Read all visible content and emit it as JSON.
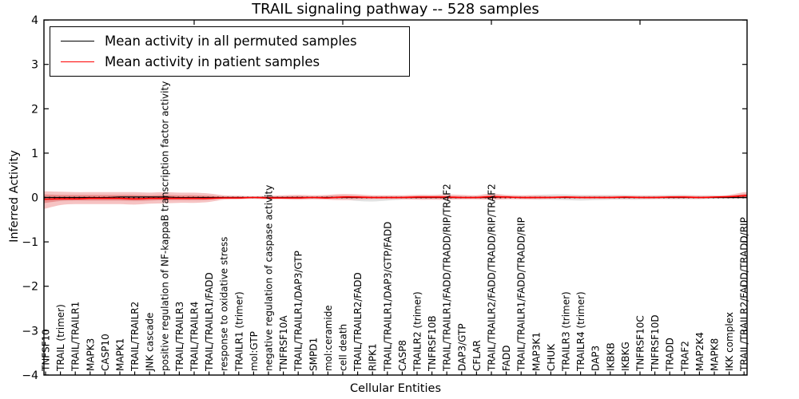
{
  "title": "TRAIL signaling pathway -- 528 samples",
  "legend": {
    "items": [
      {
        "label": "Mean activity in all permuted samples",
        "color": "#000000"
      },
      {
        "label": "Mean activity in patient samples",
        "color": "#ff0000"
      }
    ]
  },
  "axes": {
    "x_label": "Cellular Entities",
    "y_label": "Inferred Activity",
    "y_tick_labels": [
      "4",
      "3",
      "2",
      "1",
      "0",
      "−1",
      "−2",
      "−3",
      "−4"
    ],
    "y_tick_values": [
      4,
      3,
      2,
      1,
      0,
      -1,
      -2,
      -3,
      -4
    ],
    "x_major_tick_indices": [
      10,
      20,
      30,
      40
    ]
  },
  "chart_data": {
    "type": "line",
    "title": "TRAIL signaling pathway -- 528 samples",
    "xlabel": "Cellular Entities",
    "ylabel": "Inferred Activity",
    "ylim": [
      -4,
      4
    ],
    "grid": false,
    "legend_position": "upper left",
    "categories": [
      "TNFSF10",
      "TRAIL (trimer)",
      "TRAIL/TRAILR1",
      "MAPK3",
      "CASP10",
      "MAPK1",
      "TRAIL/TRAILR2",
      "JNK cascade",
      "positive regulation of NF-kappaB transcription factor activity",
      "TRAIL/TRAILR3",
      "TRAIL/TRAILR4",
      "TRAIL/TRAILR1/FADD",
      "response to oxidative stress",
      "TRAILR1 (trimer)",
      "mol:GTP",
      "negative regulation of caspase activity",
      "TNFRSF10A",
      "TRAIL/TRAILR1/DAP3/GTP",
      "SMPD1",
      "mol:ceramide",
      "cell death",
      "TRAIL/TRAILR2/FADD",
      "RIPK1",
      "TRAIL/TRAILR1/DAP3/GTP/FADD",
      "CASP8",
      "TRAILR2 (trimer)",
      "TNFRSF10B",
      "TRAIL/TRAILR1/FADD/TRADD/RIP/TRAF2",
      "DAP3/GTP",
      "CFLAR",
      "TRAIL/TRAILR2/FADD/TRADD/RIP/TRAF2",
      "FADD",
      "TRAIL/TRAILR1/FADD/TRADD/RIP",
      "MAP3K1",
      "CHUK",
      "TRAILR3 (trimer)",
      "TRAILR4 (trimer)",
      "DAP3",
      "IKBKB",
      "IKBKG",
      "TNFRSF10C",
      "TNFRSF10D",
      "TRADD",
      "TRAF2",
      "MAP2K4",
      "MAPK8",
      "IKK complex",
      "TRAIL/TRAILR2/FADD/TRADD/RIP"
    ],
    "series": [
      {
        "name": "Mean activity in all permuted samples",
        "color": "#000000",
        "values": [
          0,
          0,
          0,
          0,
          0,
          0.01,
          0.01,
          0.01,
          0.01,
          0,
          0,
          0,
          0,
          0,
          0,
          0,
          0,
          0,
          0,
          0,
          0,
          0,
          0,
          0,
          0,
          0,
          0,
          0,
          0,
          0,
          0,
          0.01,
          0,
          0,
          0,
          0,
          0,
          0,
          0,
          0,
          0,
          0,
          0,
          0,
          0,
          0,
          0,
          0
        ]
      },
      {
        "name": "Mean activity in patient samples",
        "color": "#ff0000",
        "values": [
          -0.04,
          -0.03,
          -0.03,
          -0.02,
          -0.02,
          -0.02,
          -0.03,
          -0.02,
          -0.02,
          -0.02,
          -0.02,
          -0.02,
          -0.01,
          -0.01,
          0,
          -0.01,
          -0.01,
          -0.01,
          0,
          -0.01,
          0.01,
          0.01,
          0,
          0,
          0,
          0.01,
          0.01,
          0.01,
          0,
          0,
          0.02,
          0.01,
          0,
          0,
          0,
          0.01,
          0,
          0,
          0,
          0.01,
          0,
          0,
          0.01,
          0.01,
          0,
          0.01,
          0.02,
          0.04
        ]
      }
    ],
    "bands": [
      {
        "name": "permuted-samples-spread",
        "color": "#e2e2e2",
        "opacity": 1,
        "hi": [
          0.03,
          0.03,
          0.03,
          0.03,
          0.03,
          0.03,
          0.03,
          0.03,
          0.03,
          0.03,
          0.03,
          0.03,
          0.02,
          0.02,
          0.02,
          0.03,
          0.03,
          0.04,
          0.03,
          0.04,
          0.05,
          0.04,
          0.04,
          0.04,
          0.04,
          0.04,
          0.04,
          0.05,
          0.04,
          0.04,
          0.05,
          0.04,
          0.04,
          0.06,
          0.07,
          0.07,
          0.06,
          0.06,
          0.06,
          0.06,
          0.05,
          0.05,
          0.06,
          0.06,
          0.05,
          0.05,
          0.04,
          0.04
        ],
        "lo": [
          -0.03,
          -0.03,
          -0.03,
          -0.03,
          -0.03,
          -0.03,
          -0.03,
          -0.03,
          -0.03,
          -0.03,
          -0.03,
          -0.03,
          -0.02,
          -0.02,
          -0.02,
          -0.03,
          -0.03,
          -0.04,
          -0.03,
          -0.04,
          -0.04,
          -0.08,
          -0.09,
          -0.07,
          -0.05,
          -0.04,
          -0.04,
          -0.04,
          -0.04,
          -0.04,
          -0.04,
          -0.04,
          -0.04,
          -0.05,
          -0.05,
          -0.06,
          -0.07,
          -0.06,
          -0.05,
          -0.05,
          -0.05,
          -0.04,
          -0.04,
          -0.04,
          -0.04,
          -0.03,
          -0.03,
          -0.03
        ]
      },
      {
        "name": "patient-samples-spread-outer",
        "color": "#f5bcbc",
        "opacity": 0.9,
        "hi": [
          0.14,
          0.13,
          0.12,
          0.12,
          0.12,
          0.12,
          0.12,
          0.11,
          0.12,
          0.11,
          0.11,
          0.09,
          0.05,
          0.04,
          0.03,
          0.04,
          0.05,
          0.06,
          0.05,
          0.06,
          0.08,
          0.07,
          0.05,
          0.05,
          0.05,
          0.06,
          0.06,
          0.07,
          0.06,
          0.05,
          0.09,
          0.06,
          0.05,
          0.05,
          0.04,
          0.04,
          0.04,
          0.04,
          0.04,
          0.04,
          0.04,
          0.04,
          0.04,
          0.05,
          0.04,
          0.04,
          0.06,
          0.12
        ],
        "lo": [
          -0.25,
          -0.17,
          -0.15,
          -0.15,
          -0.15,
          -0.15,
          -0.16,
          -0.14,
          -0.13,
          -0.12,
          -0.12,
          -0.1,
          -0.05,
          -0.04,
          -0.03,
          -0.04,
          -0.04,
          -0.05,
          -0.04,
          -0.05,
          -0.06,
          -0.05,
          -0.04,
          -0.04,
          -0.04,
          -0.05,
          -0.05,
          -0.05,
          -0.04,
          -0.04,
          -0.05,
          -0.04,
          -0.04,
          -0.04,
          -0.03,
          -0.03,
          -0.03,
          -0.03,
          -0.03,
          -0.03,
          -0.03,
          -0.03,
          -0.03,
          -0.03,
          -0.03,
          -0.02,
          -0.02,
          -0.02
        ]
      },
      {
        "name": "patient-samples-spread-inner",
        "color": "#e98989",
        "opacity": 0.9,
        "hi": [
          0.07,
          0.06,
          0.06,
          0.06,
          0.06,
          0.06,
          0.06,
          0.05,
          0.06,
          0.05,
          0.05,
          0.04,
          0.02,
          0.02,
          0.01,
          0.02,
          0.02,
          0.03,
          0.02,
          0.03,
          0.04,
          0.03,
          0.02,
          0.02,
          0.02,
          0.03,
          0.03,
          0.03,
          0.02,
          0.02,
          0.04,
          0.03,
          0.02,
          0.02,
          0.02,
          0.02,
          0.02,
          0.02,
          0.02,
          0.02,
          0.02,
          0.02,
          0.02,
          0.02,
          0.02,
          0.02,
          0.03,
          0.08
        ],
        "lo": [
          -0.12,
          -0.08,
          -0.07,
          -0.07,
          -0.07,
          -0.07,
          -0.08,
          -0.07,
          -0.06,
          -0.06,
          -0.06,
          -0.05,
          -0.02,
          -0.02,
          -0.01,
          -0.02,
          -0.02,
          -0.02,
          -0.02,
          -0.02,
          -0.02,
          -0.02,
          -0.02,
          -0.02,
          -0.02,
          -0.02,
          -0.02,
          -0.02,
          -0.02,
          -0.02,
          -0.02,
          -0.02,
          -0.02,
          -0.02,
          -0.01,
          -0.01,
          -0.01,
          -0.01,
          -0.01,
          -0.01,
          -0.01,
          -0.01,
          -0.01,
          -0.01,
          -0.01,
          -0.01,
          -0.01,
          0.0
        ]
      }
    ],
    "zero_line": 0
  }
}
